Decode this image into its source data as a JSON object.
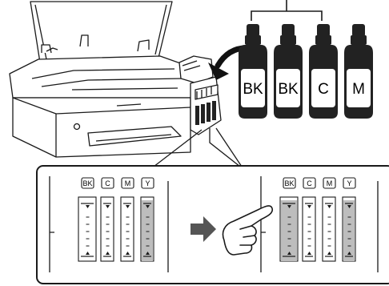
{
  "bottles": [
    {
      "label": "BK"
    },
    {
      "label": "BK"
    },
    {
      "label": "C"
    },
    {
      "label": "M"
    }
  ],
  "tanks_before": [
    {
      "label": "BK",
      "fill_level": 0.0
    },
    {
      "label": "C",
      "fill_level": 0.0
    },
    {
      "label": "M",
      "fill_level": 0.0
    },
    {
      "label": "Y",
      "fill_level": 0.95
    }
  ],
  "tanks_after": [
    {
      "label": "BK",
      "fill_level": 0.95
    },
    {
      "label": "C",
      "fill_level": 0.0
    },
    {
      "label": "M",
      "fill_level": 0.0
    },
    {
      "label": "Y",
      "fill_level": 0.95
    }
  ],
  "colors": {
    "line": "#1a1a1a",
    "ink_fill": "#bdbdbd",
    "bottle": "#222222",
    "arrow": "#555555"
  }
}
